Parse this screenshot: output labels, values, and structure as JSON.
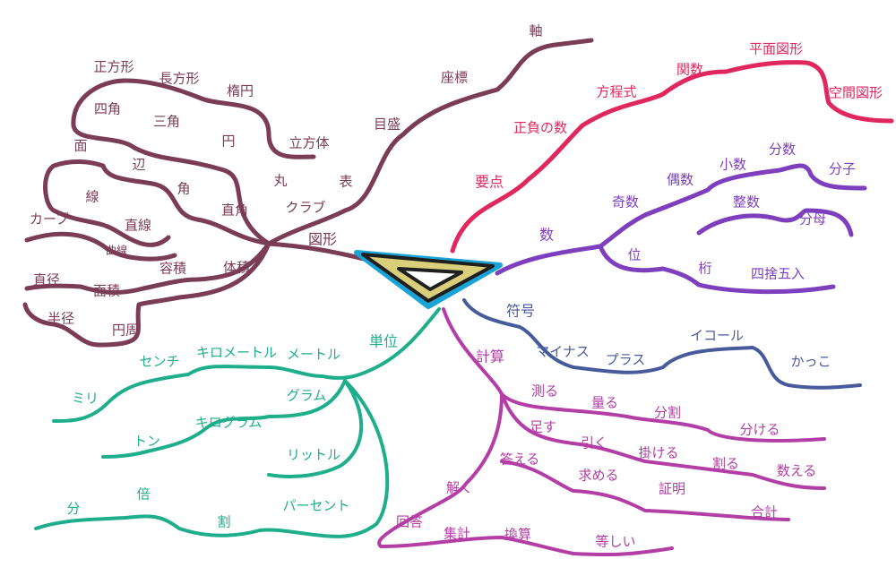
{
  "colors": {
    "figures": "#7b3c55",
    "key_points": "#e0285f",
    "numbers": "#7e3fbf",
    "symbols": "#475a9c",
    "calculation": "#b33ea6",
    "units": "#1fae8c"
  },
  "center_icon": "triangle-ruler-icon",
  "figures": {
    "hub": "図形",
    "nodes": [
      "正方形",
      "長方形",
      "楕円",
      "四角",
      "三角",
      "円",
      "立方体",
      "面",
      "辺",
      "角",
      "丸",
      "表",
      "線",
      "直角",
      "直線",
      "クラブ",
      "カーブ",
      "曲線",
      "目盛",
      "座標",
      "軸",
      "容積",
      "体積",
      "直径",
      "面積",
      "半径",
      "円周"
    ]
  },
  "key_points": {
    "hub": "要点",
    "nodes": [
      "正負の数",
      "方程式",
      "関数",
      "平面図形",
      "空間図形"
    ]
  },
  "numbers": {
    "hub": "数",
    "nodes": [
      "奇数",
      "偶数",
      "小数",
      "分数",
      "分子",
      "整数",
      "分母",
      "位",
      "桁",
      "四捨五入"
    ]
  },
  "symbols": {
    "hub": "符号",
    "nodes": [
      "マイナス",
      "プラス",
      "イコール",
      "かっこ"
    ]
  },
  "calculation": {
    "hub": "計算",
    "nodes": [
      "測る",
      "量る",
      "分割",
      "分ける",
      "足す",
      "引く",
      "掛ける",
      "割る",
      "数える",
      "答える",
      "求める",
      "解く",
      "証明",
      "合計",
      "回答",
      "集計",
      "換算",
      "等しい"
    ]
  },
  "units": {
    "hub": "単位",
    "nodes": [
      "センチ",
      "キロメートル",
      "メートル",
      "ミリ",
      "グラム",
      "キログラム",
      "トン",
      "リットル",
      "分",
      "倍",
      "割",
      "パーセント"
    ]
  }
}
